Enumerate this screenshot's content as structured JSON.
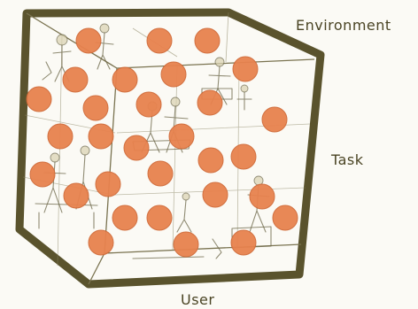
{
  "labels": {
    "environment": "Environment",
    "task": "Task",
    "user": "User"
  },
  "colors": {
    "cube_outline": "#5a532d",
    "dot_fill": "#e8824e",
    "dot_stroke": "#d06a38",
    "label_text": "#4a4424",
    "sketch": "#6b6547"
  },
  "icons": {
    "people_sketches": "sketch-people-icon"
  }
}
